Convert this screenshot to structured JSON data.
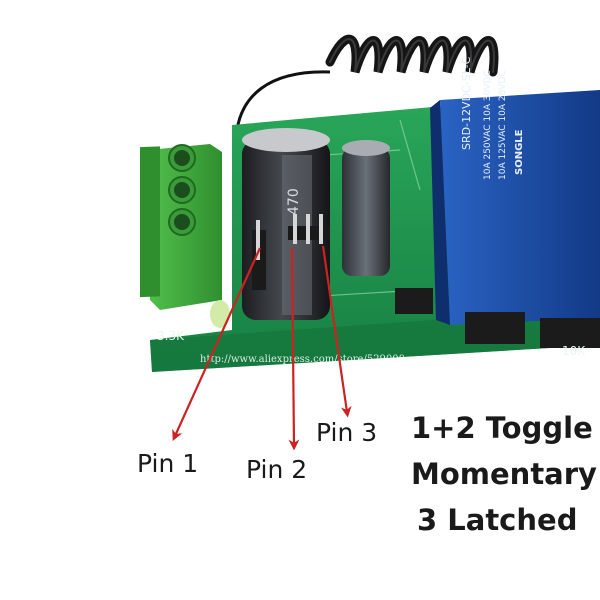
{
  "board": {
    "relay_text": [
      "SRD-12VDC-SL-C",
      "10A 250VAC  10A 30VDC",
      "10A 125VAC  10A 28VDC",
      "SONGLE"
    ],
    "silk_left": "3.3K",
    "silk_right": "10K",
    "capacitor_text": "470",
    "watermark": "http://www.aliexpress.com/store/529000",
    "colors": {
      "pcb": "#1f9a4e",
      "terminal": "#3aa83a",
      "relay": "#1d4fa8",
      "arrow": "#cc2222",
      "capacitor": "#2b2e31",
      "antenna": "#111111"
    }
  },
  "labels": {
    "pin1": "Pin 1",
    "pin2": "Pin 2",
    "pin3": "Pin 3",
    "mode_line1": "1+2 Toggle",
    "mode_line2": "Momentary",
    "mode_line3": "3 Latched"
  }
}
